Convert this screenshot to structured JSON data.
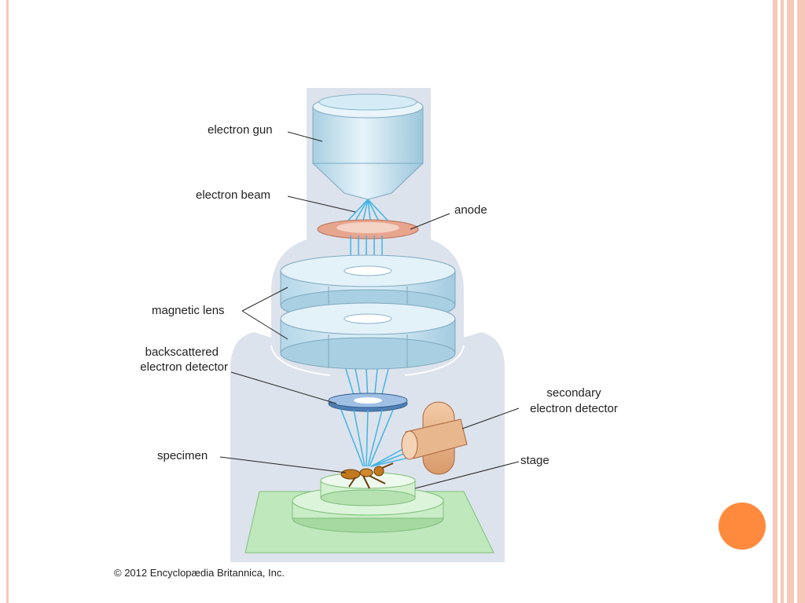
{
  "diagram": {
    "labels": {
      "electron_gun": "electron gun",
      "electron_beam": "electron beam",
      "anode": "anode",
      "magnetic_lens": "magnetic lens",
      "backscattered_line1": "backscattered",
      "backscattered_line2": "electron detector",
      "secondary_line1": "secondary",
      "secondary_line2": "electron detector",
      "specimen": "specimen",
      "stage": "stage"
    },
    "copyright": "© 2012 Encyclopædia Britannica, Inc."
  },
  "colors": {
    "frame_stripe": "#f6c8b8",
    "accent": "#ff8a3d",
    "housing": "#dde3ec",
    "column_blue": "#bfe0ef",
    "beam": "#3fb4e6",
    "anode": "#e8a58e",
    "stage_green": "#bfe8bc",
    "detector_tan": "#e8b58c"
  }
}
